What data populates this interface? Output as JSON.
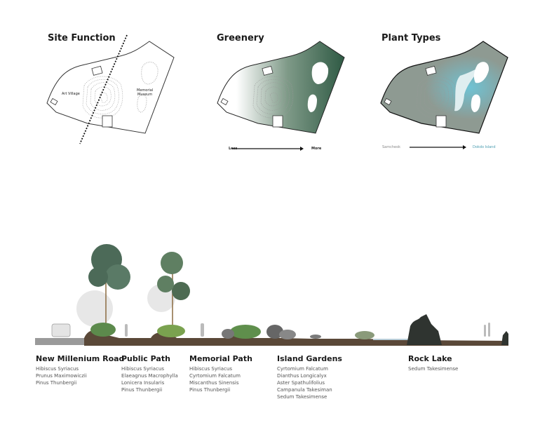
{
  "panels": {
    "site_function": {
      "title": "Site Function",
      "labels": {
        "west": "Art Village",
        "east_line1": "Memorial",
        "east_line2": "Museum"
      }
    },
    "greenery": {
      "title": "Greenery",
      "legend": {
        "from": "Less",
        "to": "More"
      }
    },
    "plant_types": {
      "title": "Plant Types",
      "legend": {
        "from": "Samcheok",
        "to": "Dokdo Island"
      }
    }
  },
  "colors": {
    "green": "#2f5a44",
    "grey_green": "#8e9a92",
    "teal": "#6fc3d4",
    "soil": "#5a4838",
    "legend_to": "#4a9cb0"
  },
  "zones": [
    {
      "name": "New Millenium Road",
      "plants": [
        "Hibiscus Syriacus",
        "Prunus Maximowiczii",
        "Pinus Thunbergii"
      ]
    },
    {
      "name": "Public Path",
      "plants": [
        "Hibiscus Syriacus",
        "Elaeagnus Macrophylla",
        "Lonicera Insularis",
        "Pinus Thunbergii"
      ]
    },
    {
      "name": "Memorial Path",
      "plants": [
        "Hibiscus Syriacus",
        "Cyrtomium Falcatum",
        "Miscanthus Sinensis",
        "Pinus Thunbergii"
      ]
    },
    {
      "name": "Island Gardens",
      "plants": [
        "Cyrtomium Falcatum",
        "Dianthus Longicalyx",
        "Aster Spathulifolius",
        "Campanula Takesiman",
        "Sedum Takesimense"
      ]
    },
    {
      "name": "Rock Lake",
      "plants": [
        "Sedum Takesimense"
      ]
    }
  ]
}
